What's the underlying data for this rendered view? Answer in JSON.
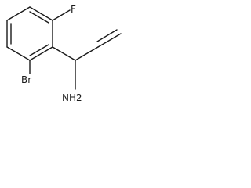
{
  "molecule": {
    "atoms": {
      "fluorine": "F",
      "bromine": "Br",
      "amine": "NH2"
    }
  }
}
